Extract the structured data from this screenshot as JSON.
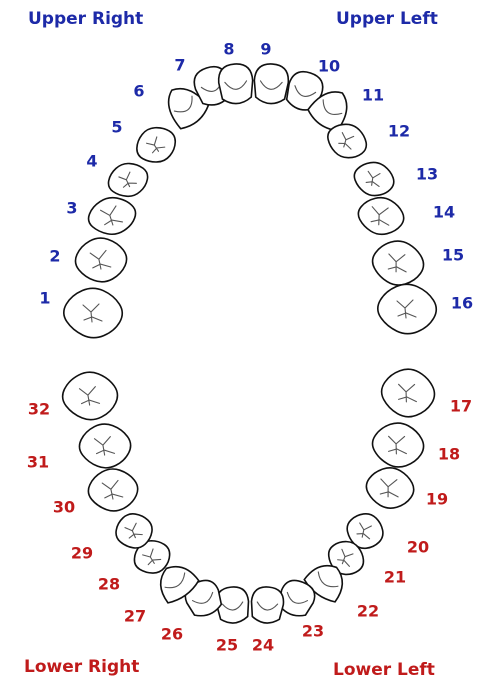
{
  "quadrants": {
    "upper_right": "Upper Right",
    "upper_left": "Upper Left",
    "lower_right": "Lower Right",
    "lower_left": "Lower Left"
  },
  "colors": {
    "upper": "#1d2aa8",
    "lower": "#c01b1b",
    "outline": "#111111",
    "fissure": "#555555"
  },
  "teeth": [
    {
      "number": "1",
      "type": "molar",
      "arch": "upper"
    },
    {
      "number": "2",
      "type": "molar",
      "arch": "upper"
    },
    {
      "number": "3",
      "type": "molar",
      "arch": "upper"
    },
    {
      "number": "4",
      "type": "premolar",
      "arch": "upper"
    },
    {
      "number": "5",
      "type": "premolar",
      "arch": "upper"
    },
    {
      "number": "6",
      "type": "canine",
      "arch": "upper"
    },
    {
      "number": "7",
      "type": "incisor",
      "arch": "upper"
    },
    {
      "number": "8",
      "type": "incisor",
      "arch": "upper"
    },
    {
      "number": "9",
      "type": "incisor",
      "arch": "upper"
    },
    {
      "number": "10",
      "type": "incisor",
      "arch": "upper"
    },
    {
      "number": "11",
      "type": "canine",
      "arch": "upper"
    },
    {
      "number": "12",
      "type": "premolar",
      "arch": "upper"
    },
    {
      "number": "13",
      "type": "premolar",
      "arch": "upper"
    },
    {
      "number": "14",
      "type": "molar",
      "arch": "upper"
    },
    {
      "number": "15",
      "type": "molar",
      "arch": "upper"
    },
    {
      "number": "16",
      "type": "molar",
      "arch": "upper"
    },
    {
      "number": "17",
      "type": "molar",
      "arch": "lower"
    },
    {
      "number": "18",
      "type": "molar",
      "arch": "lower"
    },
    {
      "number": "19",
      "type": "molar",
      "arch": "lower"
    },
    {
      "number": "20",
      "type": "premolar",
      "arch": "lower"
    },
    {
      "number": "21",
      "type": "premolar",
      "arch": "lower"
    },
    {
      "number": "22",
      "type": "canine",
      "arch": "lower"
    },
    {
      "number": "23",
      "type": "incisor",
      "arch": "lower"
    },
    {
      "number": "24",
      "type": "incisor",
      "arch": "lower"
    },
    {
      "number": "25",
      "type": "incisor",
      "arch": "lower"
    },
    {
      "number": "26",
      "type": "incisor",
      "arch": "lower"
    },
    {
      "number": "27",
      "type": "canine",
      "arch": "lower"
    },
    {
      "number": "28",
      "type": "premolar",
      "arch": "lower"
    },
    {
      "number": "29",
      "type": "premolar",
      "arch": "lower"
    },
    {
      "number": "30",
      "type": "molar",
      "arch": "lower"
    },
    {
      "number": "31",
      "type": "molar",
      "arch": "lower"
    },
    {
      "number": "32",
      "type": "molar",
      "arch": "lower"
    }
  ]
}
